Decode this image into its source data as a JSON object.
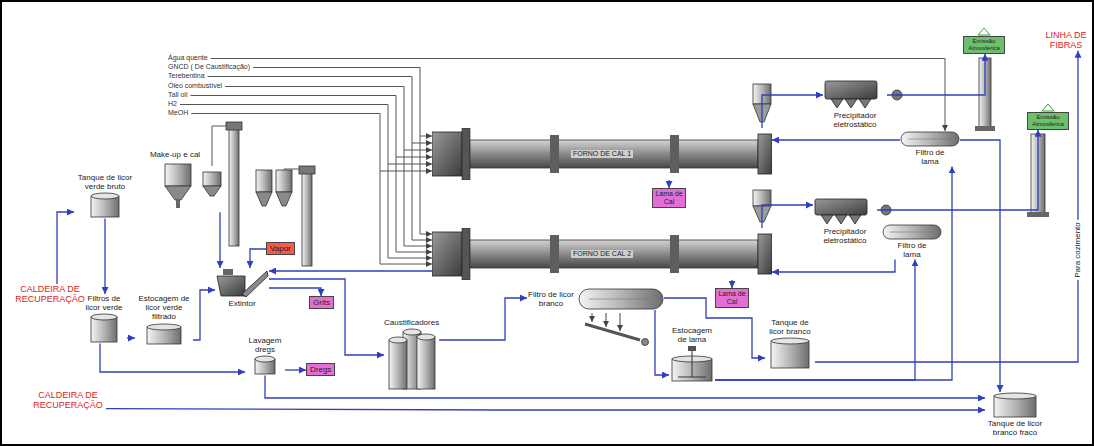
{
  "diagram": {
    "nodes": [
      {
        "text": [
          "Make-up e cal"
        ]
      },
      {
        "text": [
          "Tanque de licor verde bruto"
        ]
      },
      {
        "text": [
          "CALDEIRA DE RECUPERAÇÃO"
        ]
      },
      {
        "text": [
          "Vapor"
        ]
      },
      {
        "text": [
          "Extintor"
        ]
      },
      {
        "text": [
          "Grits"
        ]
      },
      {
        "text": [
          "Filtros de licor verde"
        ]
      },
      {
        "text": [
          "Estocagem de licor verde filtrado"
        ]
      },
      {
        "text": [
          "Lavagem dregs"
        ]
      },
      {
        "text": [
          "Dregs"
        ]
      },
      {
        "text": [
          "Caustificadores"
        ]
      },
      {
        "text": [
          "CALDEIRA DE RECUPERAÇÃO"
        ]
      },
      {
        "text": [
          "FORNO DE CAL 1"
        ]
      },
      {
        "text": [
          "Lama de Cal"
        ]
      },
      {
        "text": [
          "FORNO DE CAL 2"
        ]
      },
      {
        "text": [
          "Lama de Cal"
        ]
      },
      {
        "text": [
          "Filtro de licor branco"
        ]
      },
      {
        "text": [
          "Estocagem de lama"
        ]
      },
      {
        "text": [
          "Tanque de licor branco"
        ]
      },
      {
        "text": [
          "Precipitador eletrostático"
        ]
      },
      {
        "text": [
          "Precipitador eletrostático"
        ]
      },
      {
        "text": [
          "Filtro de lama"
        ]
      },
      {
        "text": [
          "Filtro de lama"
        ]
      },
      {
        "text": [
          "Emissão Atmosférica"
        ]
      },
      {
        "text": [
          "Emissão Atmosférica"
        ]
      },
      {
        "text": [
          "LINHA DE FIBRAS"
        ]
      },
      {
        "text": [
          "Tanque de licor branco fraco"
        ]
      }
    ],
    "edges": [
      {
        "from": 2,
        "to": 1,
        "arrow": "to"
      },
      {
        "from": 1,
        "to": 6,
        "arrow": "to"
      },
      {
        "from": 6,
        "to": 7,
        "arrow": "to"
      },
      {
        "from": 6,
        "to": 8,
        "arrow": "to"
      },
      {
        "from": 8,
        "to": 9,
        "arrow": "to"
      },
      {
        "from": 7,
        "to": 4,
        "arrow": "to"
      },
      {
        "from": 0,
        "to": 4,
        "arrow": "to"
      },
      {
        "from": 3,
        "to": 4,
        "arrow": "to"
      },
      {
        "from": 4,
        "to": 5,
        "arrow": "to"
      },
      {
        "from": 4,
        "to": 10,
        "arrow": "to"
      },
      {
        "from": 10,
        "to": 16,
        "arrow": "to"
      },
      {
        "from": 16,
        "to": 17,
        "arrow": "to"
      },
      {
        "from": 16,
        "to": 18,
        "arrow": "to"
      },
      {
        "from": 18,
        "to": 25,
        "label": "Para cozimento",
        "arrow": "to"
      },
      {
        "from": 17,
        "to": 21,
        "arrow": "to"
      },
      {
        "from": 17,
        "to": 22,
        "arrow": "to"
      },
      {
        "from": 21,
        "to": 12,
        "arrow": "to"
      },
      {
        "from": 22,
        "to": 14,
        "arrow": "to"
      },
      {
        "from": 12,
        "to": 13,
        "arrow": "to"
      },
      {
        "from": 14,
        "to": 15,
        "arrow": "to"
      },
      {
        "from": 12,
        "to": 19,
        "arrow": "to"
      },
      {
        "from": 14,
        "to": 20,
        "arrow": "to"
      },
      {
        "from": 19,
        "to": 23,
        "arrow": "to"
      },
      {
        "from": 20,
        "to": 24,
        "arrow": "to"
      },
      {
        "from": 14,
        "to": 4,
        "arrow": "to"
      },
      {
        "from": 11,
        "to": 26,
        "arrow": "to"
      },
      {
        "from": 8,
        "to": 26,
        "arrow": "to"
      },
      {
        "from": 21,
        "to": 26,
        "arrow": "to"
      }
    ],
    "labels": [
      "Água quente",
      "GNCD ( De Caustificação)",
      "Terebentina",
      "Óleo combustível",
      "Tall oil",
      "H2",
      "MeOH"
    ]
  }
}
